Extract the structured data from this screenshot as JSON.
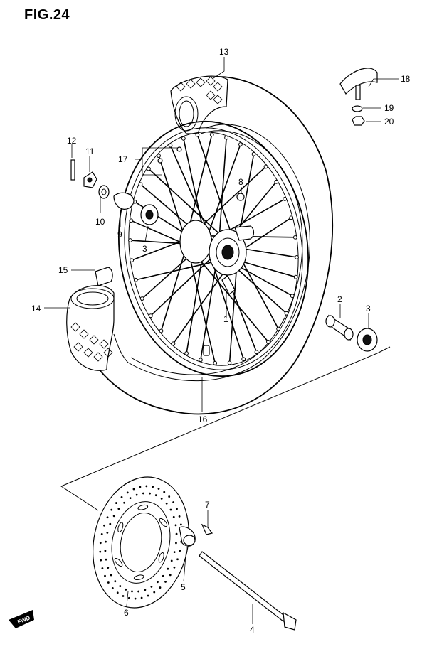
{
  "figure": {
    "title": "FIG.24"
  },
  "callouts": [
    {
      "id": "1",
      "text": "1"
    },
    {
      "id": "2",
      "text": "2"
    },
    {
      "id": "3a",
      "text": "3"
    },
    {
      "id": "3b",
      "text": "3"
    },
    {
      "id": "4",
      "text": "4"
    },
    {
      "id": "5",
      "text": "5"
    },
    {
      "id": "6",
      "text": "6"
    },
    {
      "id": "7",
      "text": "7"
    },
    {
      "id": "8",
      "text": "8"
    },
    {
      "id": "9",
      "text": "9"
    },
    {
      "id": "10",
      "text": "10"
    },
    {
      "id": "11",
      "text": "11"
    },
    {
      "id": "12",
      "text": "12"
    },
    {
      "id": "13",
      "text": "13"
    },
    {
      "id": "14",
      "text": "14"
    },
    {
      "id": "15",
      "text": "15"
    },
    {
      "id": "16",
      "text": "16"
    },
    {
      "id": "17",
      "text": "17"
    },
    {
      "id": "18",
      "text": "18"
    },
    {
      "id": "19",
      "text": "19"
    },
    {
      "id": "20",
      "text": "20"
    }
  ],
  "direction_marker": {
    "text": "FWD"
  }
}
